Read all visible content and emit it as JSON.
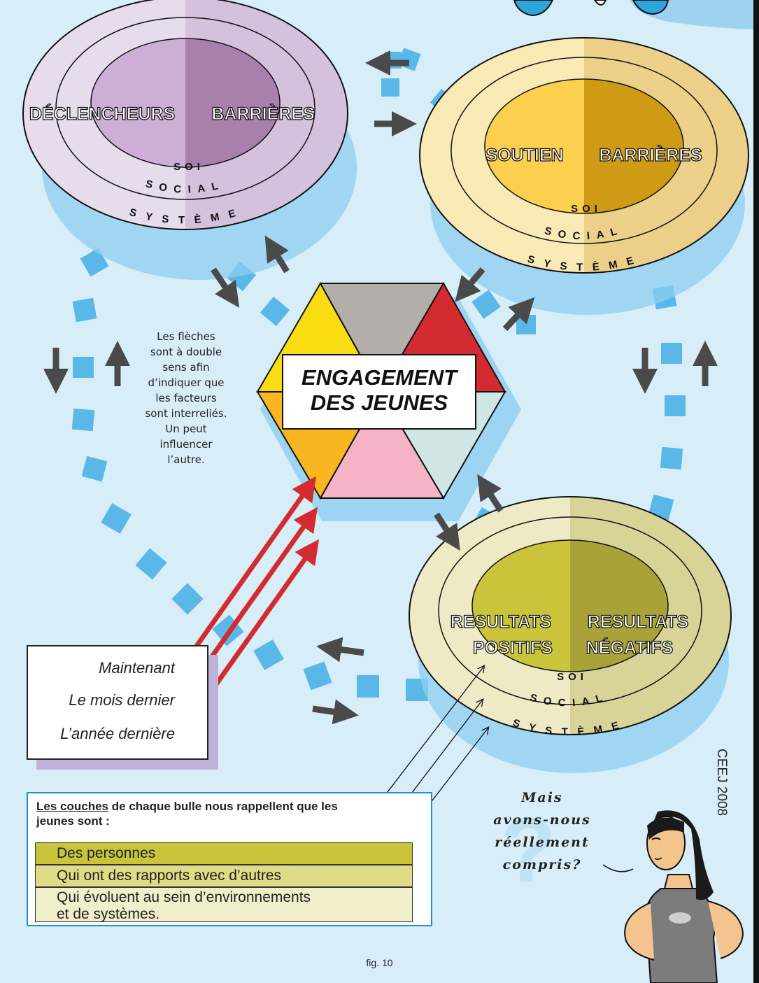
{
  "bubbles": {
    "top_left": {
      "left_heading": "DÉCLENCHEURS",
      "right_heading": "BARRIÈRES",
      "self": "SOI",
      "social": "SOCIAL",
      "system": "SYSTÈME"
    },
    "top_right": {
      "left_heading": "SOUTIEN",
      "right_heading": "BARRIÈRES",
      "self": "SOI",
      "social": "SOCIAL",
      "system": "SYSTÈME"
    },
    "bottom_right": {
      "left_heading_1": "RESULTATS",
      "left_heading_2": "POSITIFS",
      "right_heading_1": "RESULTATS",
      "right_heading_2": "NÉGATIFS",
      "self": "SOI",
      "social": "SOCIAL",
      "system": "SYSTÈME"
    }
  },
  "center": {
    "line1": "ENGAGEMENT",
    "line2": "DES JEUNES"
  },
  "side_note": [
    "Les flèches",
    "sont à double",
    "sens afin",
    "d’indiquer que",
    "les facteurs",
    "sont interreliés.",
    "Un peut",
    "influencer",
    "l’autre."
  ],
  "time_periods": [
    "Maintenant",
    "Le mois dernier",
    "L’année dernière"
  ],
  "legend": {
    "heading_underlined": "Les couches",
    "heading_rest": "de chaque bulle nous rappellent que les jeunes sont :",
    "rows": [
      "Des personnes",
      "Qui ont des rapports avec d’autres",
      "Qui évoluent au sein d’environnements",
      "et de systèmes."
    ]
  },
  "question": [
    "Mais",
    "avons-nous",
    "réellement",
    "compris?"
  ],
  "credit": "CEEJ 2008",
  "figure_caption": "fig. 10"
}
